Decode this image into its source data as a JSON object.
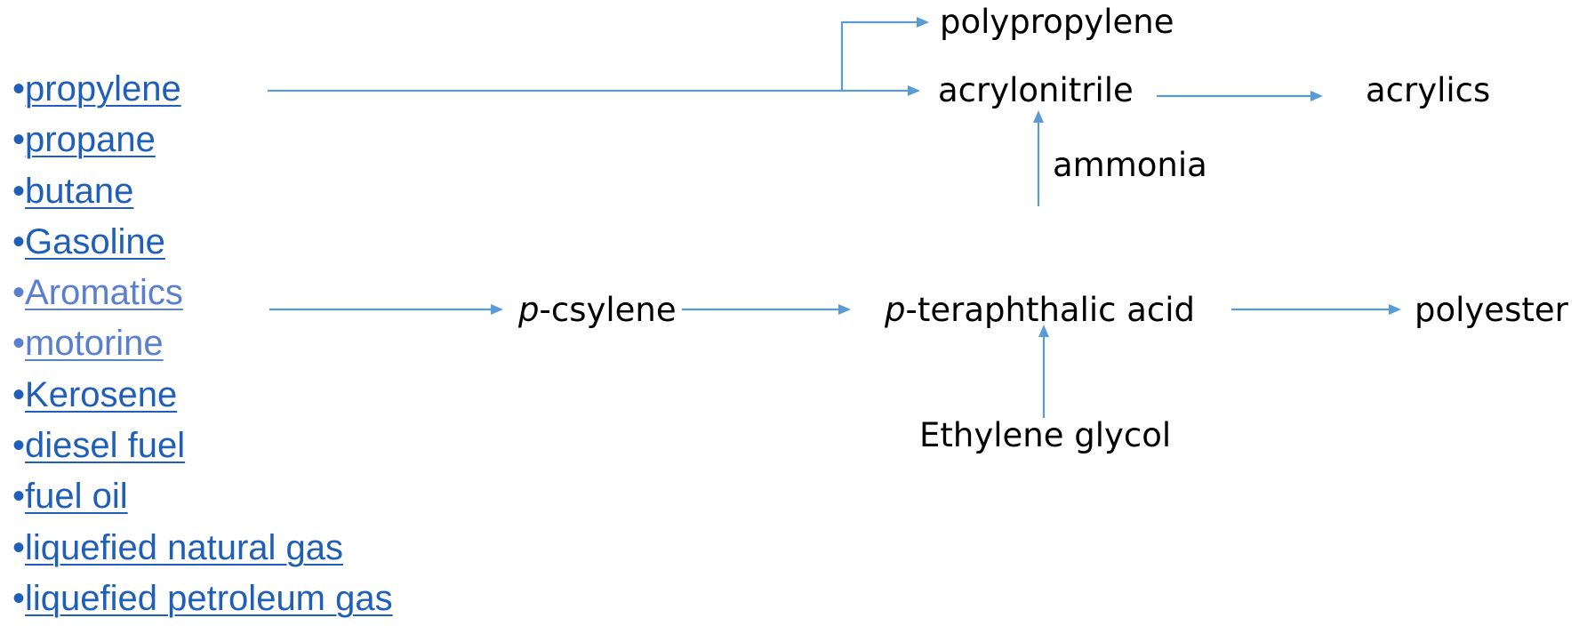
{
  "feedstocks": [
    {
      "label": "propylene",
      "visited": false
    },
    {
      "label": "propane",
      "visited": false
    },
    {
      "label": "butane",
      "visited": false
    },
    {
      "label": "Gasoline",
      "visited": false
    },
    {
      "label": "Aromatics",
      "visited": true
    },
    {
      "label": "motorine",
      "visited": true
    },
    {
      "label": "Kerosene",
      "visited": false
    },
    {
      "label": "diesel fuel",
      "visited": false
    },
    {
      "label": "fuel oil",
      "visited": false
    },
    {
      "label": "liquefied natural gas",
      "visited": false
    },
    {
      "label": "liquefied petroleum gas",
      "visited": false
    }
  ],
  "bullet": "•",
  "nodes": {
    "polypropylene": "polypropylene",
    "acrylonitrile": "acrylonitrile",
    "acrylics": "acrylics",
    "ammonia": "ammonia",
    "p_xylene_prefix": "p",
    "p_xylene_suffix": "-csylene",
    "pta_prefix": "p",
    "pta_suffix": "-teraphthalic acid",
    "polyester": "polyester",
    "ethylene_glycol": "Ethylene glycol"
  },
  "colors": {
    "arrow": "#5b9bd5",
    "link": "#1f5fb9",
    "link_visited": "#5b7fcf"
  }
}
